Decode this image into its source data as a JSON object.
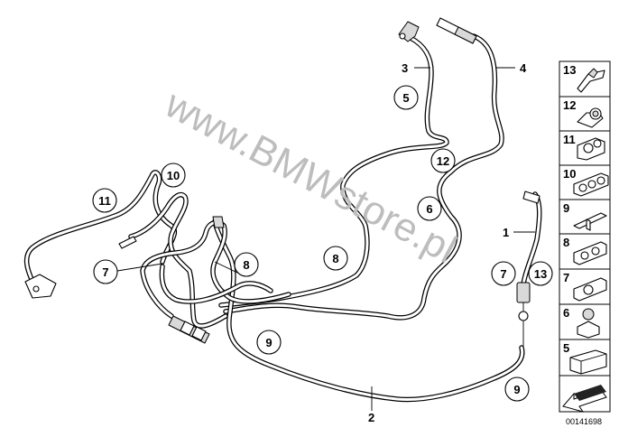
{
  "watermark": "www.BMWstore.pl",
  "doc_number": "00141698",
  "callouts_plain": [
    {
      "id": "lead-3",
      "text": "3"
    },
    {
      "id": "lead-4",
      "text": "4"
    },
    {
      "id": "lead-1",
      "text": "1"
    },
    {
      "id": "lead-2",
      "text": "2"
    }
  ],
  "callouts_circled": [
    {
      "id": "c5",
      "text": "5"
    },
    {
      "id": "c12",
      "text": "12"
    },
    {
      "id": "c6",
      "text": "6"
    },
    {
      "id": "c10",
      "text": "10"
    },
    {
      "id": "c11",
      "text": "11"
    },
    {
      "id": "c7a",
      "text": "7"
    },
    {
      "id": "c8a",
      "text": "8"
    },
    {
      "id": "c8b",
      "text": "8"
    },
    {
      "id": "c9a",
      "text": "9"
    },
    {
      "id": "c7b",
      "text": "7"
    },
    {
      "id": "c13",
      "text": "13"
    },
    {
      "id": "c9b",
      "text": "9"
    }
  ],
  "side_panel": [
    {
      "num": "13",
      "icon": "clip-13-icon"
    },
    {
      "num": "12",
      "icon": "clip-12-icon"
    },
    {
      "num": "11",
      "icon": "clip-11-icon"
    },
    {
      "num": "10",
      "icon": "clip-10-icon"
    },
    {
      "num": "9",
      "icon": "clip-9-icon"
    },
    {
      "num": "8",
      "icon": "clip-8-icon"
    },
    {
      "num": "7",
      "icon": "clip-7-icon"
    },
    {
      "num": "6",
      "icon": "clip-6-icon"
    },
    {
      "num": "5",
      "icon": "clip-5-icon"
    },
    {
      "num": "",
      "icon": "arrow-icon"
    }
  ]
}
